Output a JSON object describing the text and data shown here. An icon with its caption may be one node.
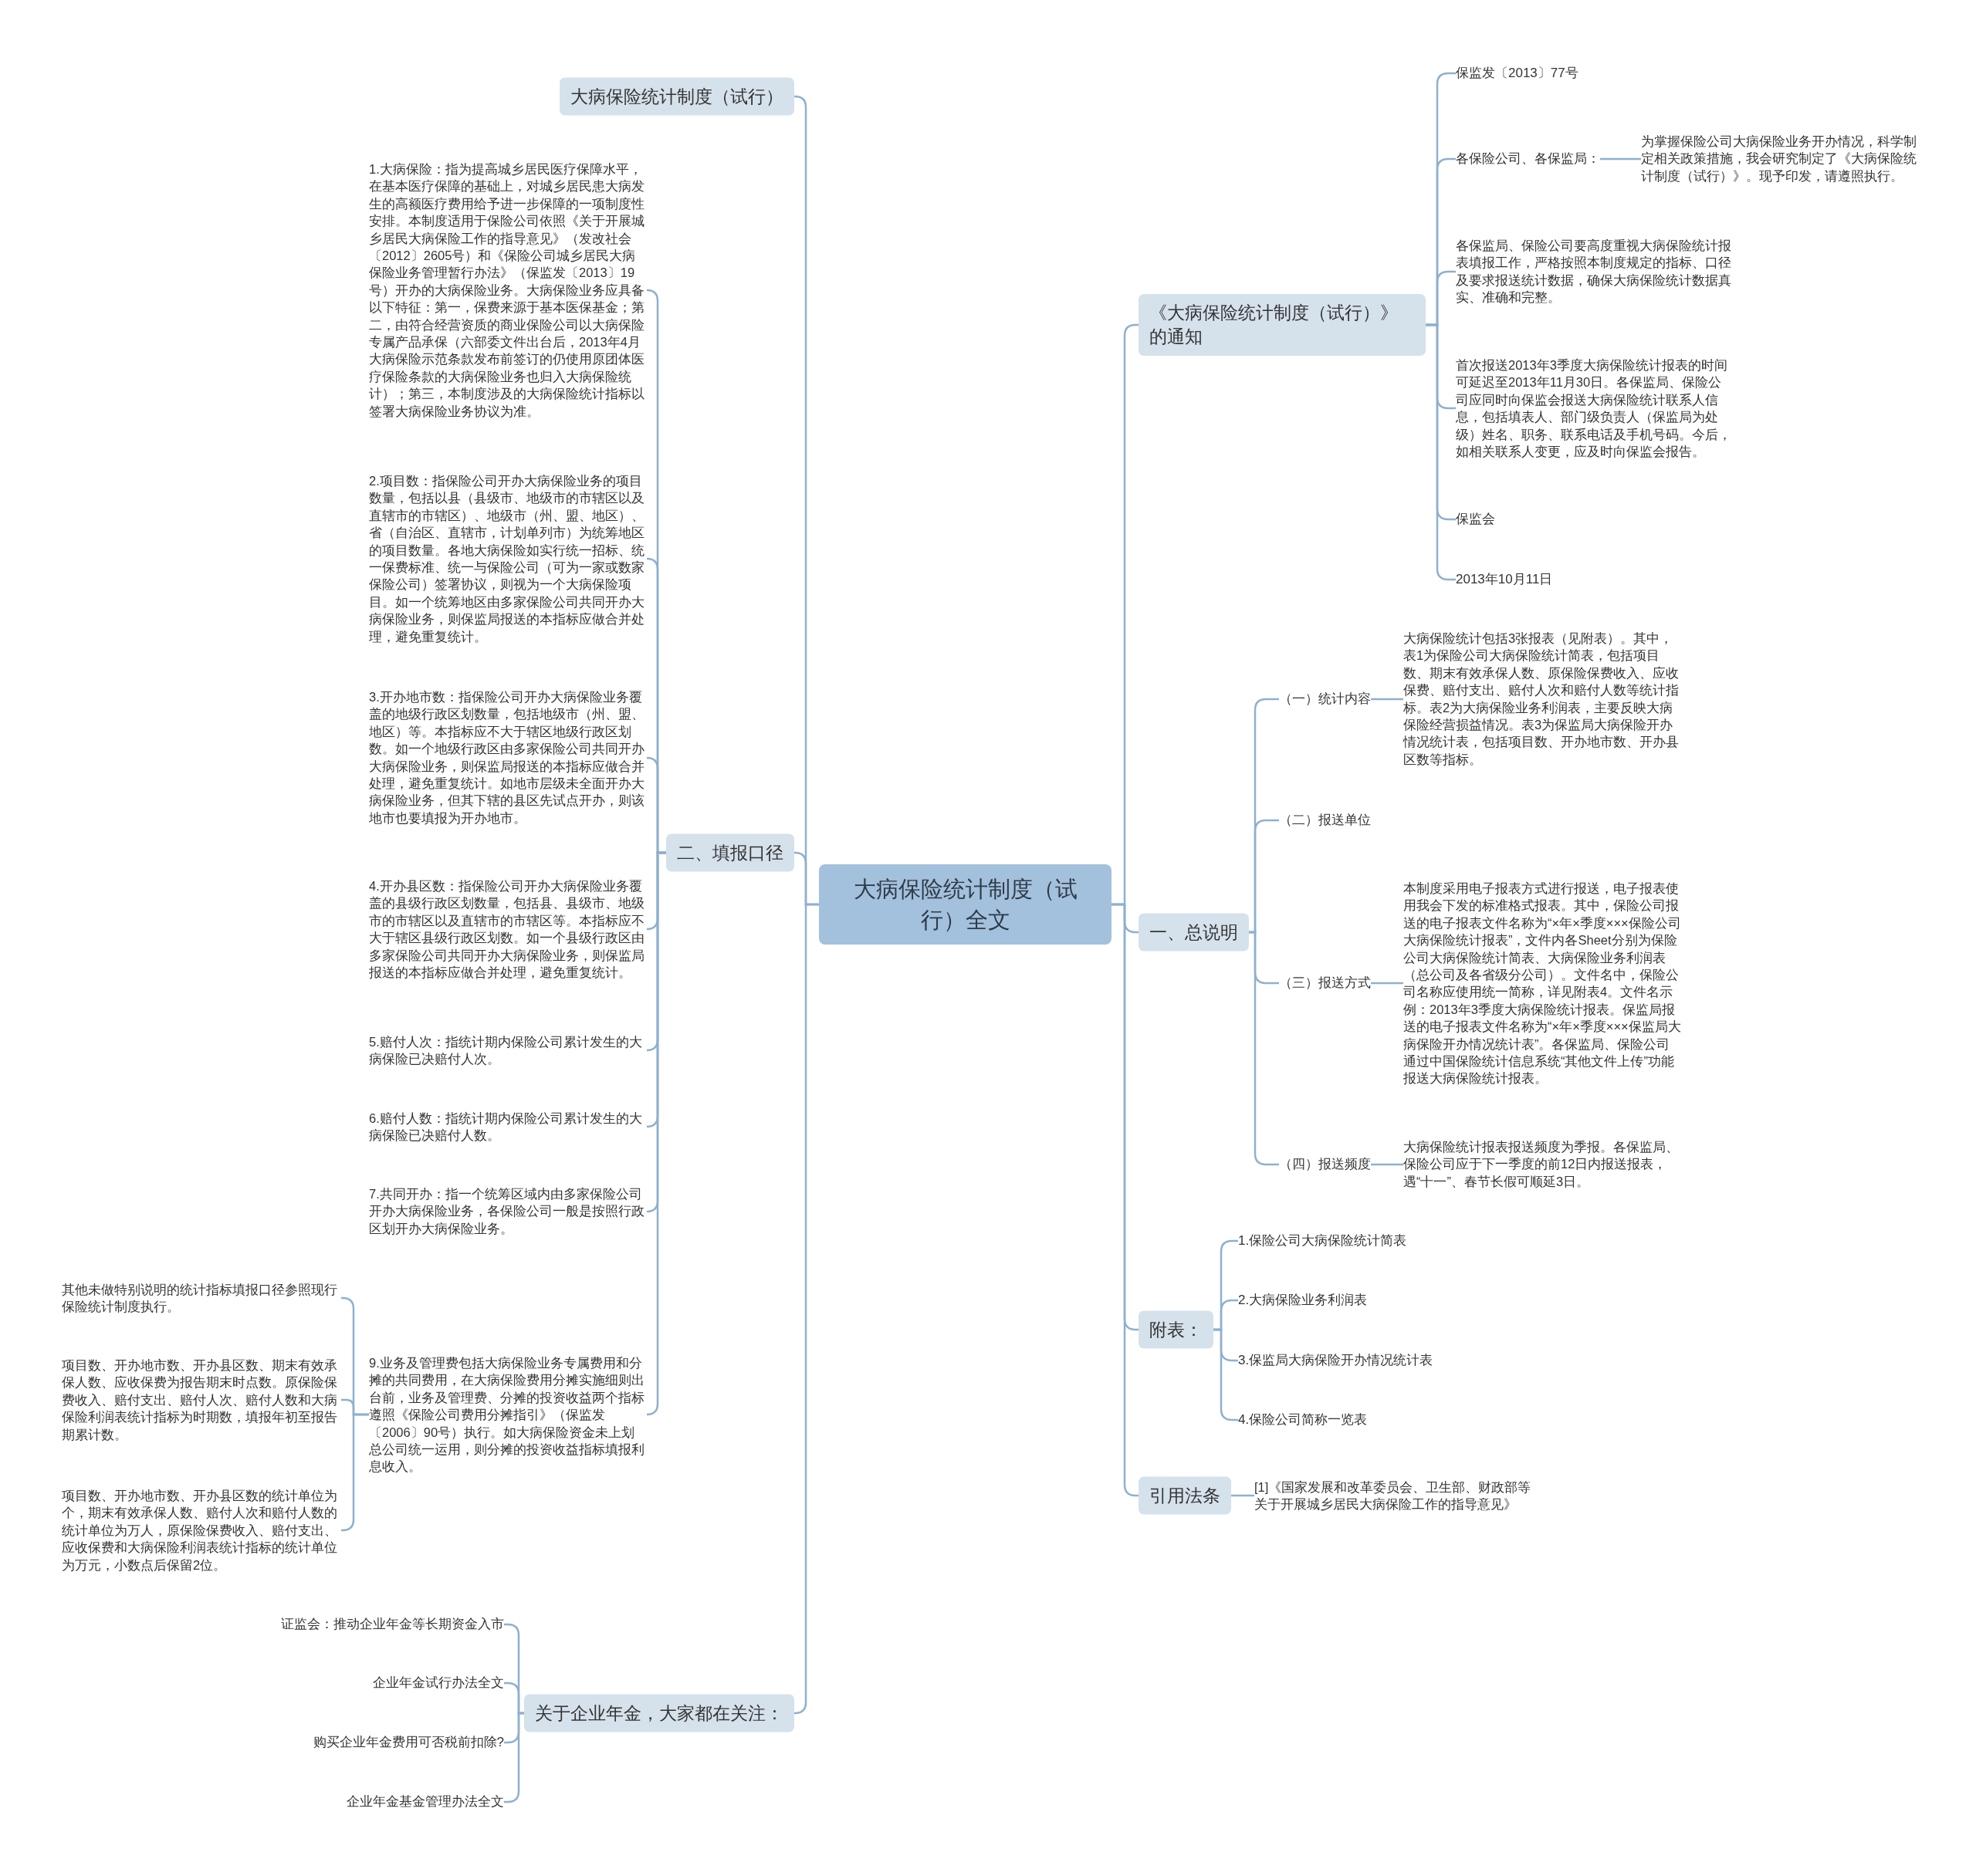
{
  "diagram": {
    "nodes": [
      {
        "text": [
          "大病保险统计制度（试行）全文"
        ]
      },
      {
        "text": [
          "大病保险统计制度（试行）"
        ]
      },
      {
        "text": [
          "二、填报口径"
        ]
      },
      {
        "text": [
          "1.大病保险：指为提高城乡居民医疗保障水平，在基本医疗保障的基础上，对城乡居民患大病发生的高额医疗费用给予进一步保障的一项制度性安排。本制度适用于保险公司依照《关于开展城乡居民大病保险工作的指导意见》（发改社会〔2012〕2605号）和《保险公司城乡居民大病保险业务管理暂行办法》（保监发〔2013〕19号）开办的大病保险业务。大病保险业务应具备以下特征：第一，保费来源于基本医保基金；第二，由符合经营资质的商业保险公司以大病保险专属产品承保（六部委文件出台后，2013年4月大病保险示范条款发布前签订的仍使用原团体医疗保险条款的大病保险业务也归入大病保险统计）；第三，本制度涉及的大病保险统计指标以签署大病保险业务协议为准。"
        ]
      },
      {
        "text": [
          "2.项目数：指保险公司开办大病保险业务的项目数量，包括以县（县级市、地级市的市辖区以及直辖市的市辖区）、地级市（州、盟、地区）、省（自治区、直辖市，计划单列市）为统筹地区的项目数量。各地大病保险如实行统一招标、统一保费标准、统一与保险公司（可为一家或数家保险公司）签署协议，则视为一个大病保险项目。如一个统筹地区由多家保险公司共同开办大病保险业务，则保监局报送的本指标应做合并处理，避免重复统计。"
        ]
      },
      {
        "text": [
          "3.开办地市数：指保险公司开办大病保险业务覆盖的地级行政区划数量，包括地级市（州、盟、地区）等。本指标应不大于辖区地级行政区划数。如一个地级行政区由多家保险公司共同开办大病保险业务，则保监局报送的本指标应做合并处理，避免重复统计。如地市层级未全面开办大病保险业务，但其下辖的县区先试点开办，则该地市也要填报为开办地市。"
        ]
      },
      {
        "text": [
          "4.开办县区数：指保险公司开办大病保险业务覆盖的县级行政区划数量，包括县、县级市、地级市的市辖区以及直辖市的市辖区等。本指标应不大于辖区县级行政区划数。如一个县级行政区由多家保险公司共同开办大病保险业务，则保监局报送的本指标应做合并处理，避免重复统计。"
        ]
      },
      {
        "text": [
          "5.赔付人次：指统计期内保险公司累计发生的大病保险已决赔付人次。"
        ]
      },
      {
        "text": [
          "6.赔付人数：指统计期内保险公司累计发生的大病保险已决赔付人数。"
        ]
      },
      {
        "text": [
          "7.共同开办：指一个统筹区域内由多家保险公司开办大病保险业务，各保险公司一般是按照行政区划开办大病保险业务。"
        ]
      },
      {
        "text": [
          "9.业务及管理费包括大病保险业务专属费用和分摊的共同费用，在大病保险费用分摊实施细则出台前，业务及管理费、分摊的投资收益两个指标遵照《保险公司费用分摊指引》（保监发〔2006〕90号）执行。如大病保险资金未上划总公司统一运用，则分摊的投资收益指标填报利息收入。"
        ]
      },
      {
        "text": [
          "其他未做特别说明的统计指标填报口径参照现行保险统计制度执行。"
        ]
      },
      {
        "text": [
          "项目数、开办地市数、开办县区数、期末有效承保人数、应收保费为报告期末时点数。原保险保费收入、赔付支出、赔付人次、赔付人数和大病保险利润表统计指标为时期数，填报年初至报告期累计数。"
        ]
      },
      {
        "text": [
          "项目数、开办地市数、开办县区数的统计单位为个，期末有效承保人数、赔付人次和赔付人数的统计单位为万人，原保险保费收入、赔付支出、应收保费和大病保险利润表统计指标的统计单位为万元，小数点后保留2位。"
        ]
      },
      {
        "text": [
          "关于企业年金，大家都在关注："
        ]
      },
      {
        "text": [
          "证监会：推动企业年金等长期资金入市"
        ]
      },
      {
        "text": [
          "企业年金试行办法全文"
        ]
      },
      {
        "text": [
          "购买企业年金费用可否税前扣除?"
        ]
      },
      {
        "text": [
          "企业年金基金管理办法全文"
        ]
      },
      {
        "text": [
          "《大病保险统计制度（试行）》的通知"
        ]
      },
      {
        "text": [
          "保监发〔2013〕77号"
        ]
      },
      {
        "text": [
          "各保险公司、各保监局："
        ]
      },
      {
        "text": [
          "为掌握保险公司大病保险业务开办情况，科学制定相关政策措施，我会研究制定了《大病保险统计制度（试行）》。现予印发，请遵照执行。"
        ]
      },
      {
        "text": [
          "各保监局、保险公司要高度重视大病保险统计报表填报工作，严格按照本制度规定的指标、口径及要求报送统计数据，确保大病保险统计数据真实、准确和完整。"
        ]
      },
      {
        "text": [
          "首次报送2013年3季度大病保险统计报表的时间可延迟至2013年11月30日。各保监局、保险公司应同时向保监会报送大病保险统计联系人信息，包括填表人、部门级负责人（保监局为处级）姓名、职务、联系电话及手机号码。今后，如相关联系人变更，应及时向保监会报告。"
        ]
      },
      {
        "text": [
          "保监会"
        ]
      },
      {
        "text": [
          "2013年10月11日"
        ]
      },
      {
        "text": [
          "一、总说明"
        ]
      },
      {
        "text": [
          "（一）统计内容"
        ]
      },
      {
        "text": [
          "大病保险统计包括3张报表（见附表）。其中，表1为保险公司大病保险统计简表，包括项目数、期末有效承保人数、原保险保费收入、应收保费、赔付支出、赔付人次和赔付人数等统计指标。表2为大病保险业务利润表，主要反映大病保险经营损益情况。表3为保监局大病保险开办情况统计表，包括项目数、开办地市数、开办县区数等指标。"
        ]
      },
      {
        "text": [
          "（二）报送单位"
        ]
      },
      {
        "text": [
          "（三）报送方式"
        ]
      },
      {
        "text": [
          "本制度采用电子报表方式进行报送，电子报表使用我会下发的标准格式报表。其中，保险公司报送的电子报表文件名称为“×年×季度×××保险公司大病保险统计报表”，文件内各Sheet分别为保险公司大病保险统计简表、大病保险业务利润表（总公司及各省级分公司）。文件名中，保险公司名称应使用统一简称，详见附表4。文件名示例：2013年3季度大病保险统计报表。保监局报送的电子报表文件名称为“×年×季度×××保监局大病保险开办情况统计表”。各保监局、保险公司通过中国保险统计信息系统“其他文件上传”功能报送大病保险统计报表。"
        ]
      },
      {
        "text": [
          "（四）报送频度"
        ]
      },
      {
        "text": [
          "大病保险统计报表报送频度为季报。各保监局、保险公司应于下一季度的前12日内报送报表，遇“十一”、春节长假可顺延3日。"
        ]
      },
      {
        "text": [
          "附表："
        ]
      },
      {
        "text": [
          "1.保险公司大病保险统计简表"
        ]
      },
      {
        "text": [
          "2.大病保险业务利润表"
        ]
      },
      {
        "text": [
          "3.保监局大病保险开办情况统计表"
        ]
      },
      {
        "text": [
          "4.保险公司简称一览表"
        ]
      },
      {
        "text": [
          "引用法条"
        ]
      },
      {
        "text": [
          "[1]《国家发展和改革委员会、卫生部、财政部等关于开展城乡居民大病保险工作的指导意见》"
        ]
      }
    ],
    "edges": [
      {
        "from": 0,
        "to": 1,
        "arrow": "none"
      },
      {
        "from": 0,
        "to": 2,
        "arrow": "none"
      },
      {
        "from": 2,
        "to": 3,
        "arrow": "none"
      },
      {
        "from": 2,
        "to": 4,
        "arrow": "none"
      },
      {
        "from": 2,
        "to": 5,
        "arrow": "none"
      },
      {
        "from": 2,
        "to": 6,
        "arrow": "none"
      },
      {
        "from": 2,
        "to": 7,
        "arrow": "none"
      },
      {
        "from": 2,
        "to": 8,
        "arrow": "none"
      },
      {
        "from": 2,
        "to": 9,
        "arrow": "none"
      },
      {
        "from": 2,
        "to": 10,
        "arrow": "none"
      },
      {
        "from": 10,
        "to": 11,
        "arrow": "none"
      },
      {
        "from": 10,
        "to": 12,
        "arrow": "none"
      },
      {
        "from": 10,
        "to": 13,
        "arrow": "none"
      },
      {
        "from": 0,
        "to": 14,
        "arrow": "none"
      },
      {
        "from": 14,
        "to": 15,
        "arrow": "none"
      },
      {
        "from": 14,
        "to": 16,
        "arrow": "none"
      },
      {
        "from": 14,
        "to": 17,
        "arrow": "none"
      },
      {
        "from": 14,
        "to": 18,
        "arrow": "none"
      },
      {
        "from": 0,
        "to": 19,
        "arrow": "none"
      },
      {
        "from": 19,
        "to": 20,
        "arrow": "none"
      },
      {
        "from": 19,
        "to": 21,
        "arrow": "none"
      },
      {
        "from": 21,
        "to": 22,
        "arrow": "none"
      },
      {
        "from": 19,
        "to": 23,
        "arrow": "none"
      },
      {
        "from": 19,
        "to": 24,
        "arrow": "none"
      },
      {
        "from": 19,
        "to": 25,
        "arrow": "none"
      },
      {
        "from": 19,
        "to": 26,
        "arrow": "none"
      },
      {
        "from": 0,
        "to": 27,
        "arrow": "none"
      },
      {
        "from": 27,
        "to": 28,
        "arrow": "none"
      },
      {
        "from": 28,
        "to": 29,
        "arrow": "none"
      },
      {
        "from": 27,
        "to": 30,
        "arrow": "none"
      },
      {
        "from": 27,
        "to": 31,
        "arrow": "none"
      },
      {
        "from": 31,
        "to": 32,
        "arrow": "none"
      },
      {
        "from": 27,
        "to": 33,
        "arrow": "none"
      },
      {
        "from": 33,
        "to": 34,
        "arrow": "none"
      },
      {
        "from": 0,
        "to": 35,
        "arrow": "none"
      },
      {
        "from": 35,
        "to": 36,
        "arrow": "none"
      },
      {
        "from": 35,
        "to": 37,
        "arrow": "none"
      },
      {
        "from": 35,
        "to": 38,
        "arrow": "none"
      },
      {
        "from": 35,
        "to": 39,
        "arrow": "none"
      },
      {
        "from": 0,
        "to": 40,
        "arrow": "none"
      },
      {
        "from": 40,
        "to": 41,
        "arrow": "none"
      }
    ]
  }
}
